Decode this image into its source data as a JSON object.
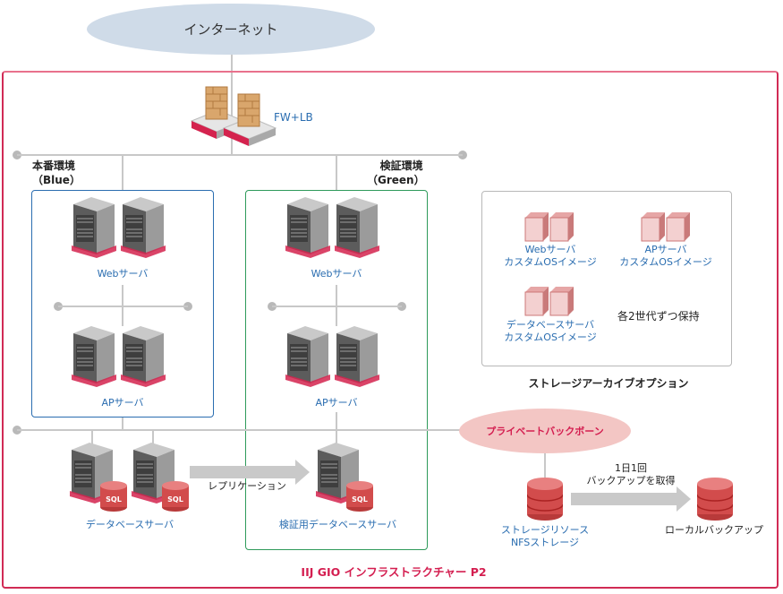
{
  "internet": {
    "label": "インターネット"
  },
  "fw_lb": {
    "label": "FW+LB"
  },
  "environments": {
    "blue": {
      "name": "本番環境",
      "sub": "（Blue）",
      "web_label": "Webサーバ",
      "ap_label": "APサーバ"
    },
    "green": {
      "name": "検証環境",
      "sub": "（Green）",
      "web_label": "Webサーバ",
      "ap_label": "APサーバ"
    }
  },
  "database": {
    "primary_label": "データベースサーバ",
    "replica_label": "検証用データベースサーバ",
    "replication_label": "レプリケーション",
    "db_badge": "SQL"
  },
  "archive": {
    "title": "ストレージアーカイブオプション",
    "items": [
      {
        "line1": "Webサーバ",
        "line2": "カスタムOSイメージ"
      },
      {
        "line1": "APサーバ",
        "line2": "カスタムOSイメージ"
      },
      {
        "line1": "データベースサーバ",
        "line2": "カスタムOSイメージ"
      }
    ],
    "note": "各2世代ずつ保持"
  },
  "backbone": {
    "label": "プライベートバックボーン"
  },
  "storage": {
    "line1": "ストレージリソース",
    "line2": "NFSストレージ"
  },
  "backup": {
    "line1": "1日1回",
    "line2": "バックアップを取得",
    "target": "ローカルバックアップ"
  },
  "platform": {
    "title": "IIJ GIO インフラストラクチャー P2"
  },
  "colors": {
    "brand_red": "#d41e50",
    "blue": "#2a6db0",
    "green": "#2e9a5a",
    "gray_line": "#c8c8c8"
  }
}
